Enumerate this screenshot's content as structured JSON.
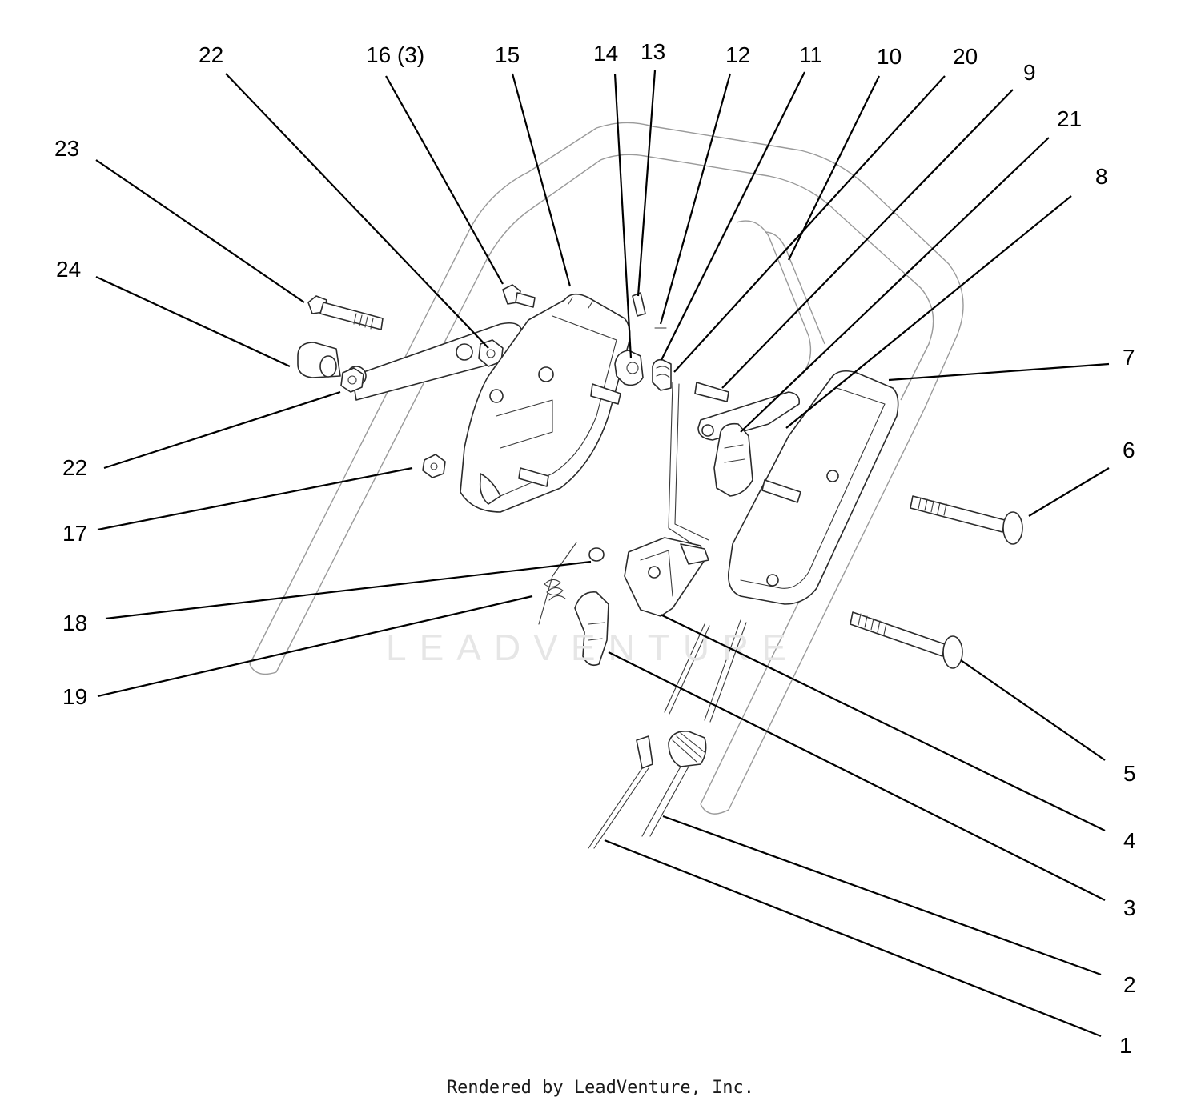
{
  "diagram": {
    "footer_text": "Rendered by LeadVenture, Inc.",
    "watermark_text": "LEADVENTURE",
    "callouts": [
      {
        "id": "c22a",
        "label": "22"
      },
      {
        "id": "c16",
        "label": "16 (3)"
      },
      {
        "id": "c15",
        "label": "15"
      },
      {
        "id": "c14",
        "label": "14"
      },
      {
        "id": "c13",
        "label": "13"
      },
      {
        "id": "c12",
        "label": "12"
      },
      {
        "id": "c11",
        "label": "11"
      },
      {
        "id": "c10",
        "label": "10"
      },
      {
        "id": "c20",
        "label": "20"
      },
      {
        "id": "c9",
        "label": "9"
      },
      {
        "id": "c21",
        "label": "21"
      },
      {
        "id": "c8",
        "label": "8"
      },
      {
        "id": "c23",
        "label": "23"
      },
      {
        "id": "c24",
        "label": "24"
      },
      {
        "id": "c7",
        "label": "7"
      },
      {
        "id": "c6",
        "label": "6"
      },
      {
        "id": "c22b",
        "label": "22"
      },
      {
        "id": "c17",
        "label": "17"
      },
      {
        "id": "c18",
        "label": "18"
      },
      {
        "id": "c19",
        "label": "19"
      },
      {
        "id": "c5",
        "label": "5"
      },
      {
        "id": "c4",
        "label": "4"
      },
      {
        "id": "c3",
        "label": "3"
      },
      {
        "id": "c2",
        "label": "2"
      },
      {
        "id": "c1",
        "label": "1"
      }
    ]
  }
}
